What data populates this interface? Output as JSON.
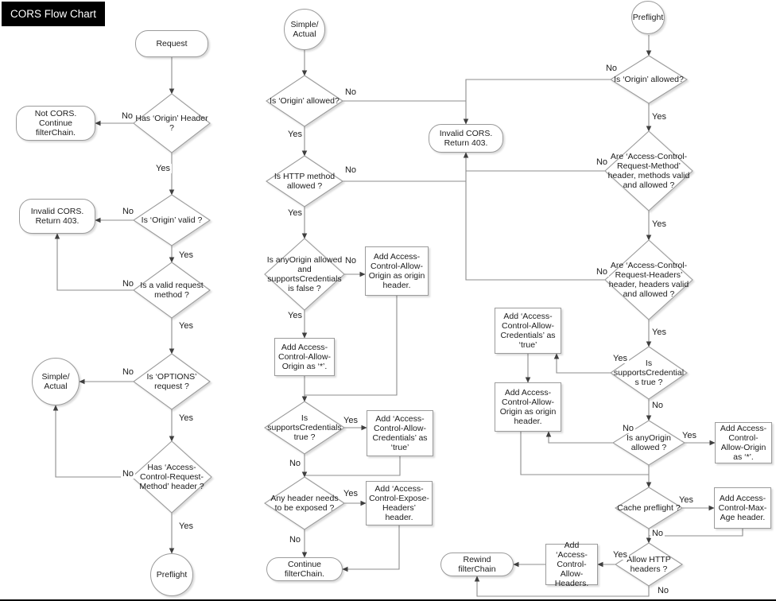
{
  "title": "CORS Flow Chart",
  "labels": {
    "yes": "Yes",
    "no": "No"
  },
  "colors": {
    "title_bg": "#000000",
    "title_fg": "#ffffff",
    "node_fill": "#ffffff",
    "node_stroke": "#9b9b9b",
    "connector": "#8c8c8c",
    "text": "#1c1c1c"
  },
  "nodes": {
    "request": "Request",
    "has_origin": "Has ‘Origin’ Header ?",
    "not_cors": "Not CORS. Continue filterChain.",
    "origin_valid": "Is ‘Origin’ valid ?",
    "invalid_cors_left": "Invalid CORS. Return 403.",
    "valid_method": "Is a valid request method ?",
    "options_request": "Is ‘OPTIONS’ request ?",
    "simple_actual_left": "Simple/ Actual",
    "has_acrm": "Has ‘Access-Control-Request-Method’ header ?",
    "preflight_left": "Preflight",
    "simple_actual_mid": "Simple/ Actual",
    "origin_allowed_mid": "Is ‘Origin’ allowed?",
    "invalid_cors_mid": "Invalid CORS. Return 403.",
    "http_method_allowed": "Is HTTP method allowed ?",
    "anyorigin_supports": "Is anyOrigin allowed and supportsCredentials is false ?",
    "add_acao_origin_mid": "Add Access-Control-Allow-Origin as origin header.",
    "add_acao_star_mid": "Add Access-Control-Allow-Origin as ‘*’.",
    "supports_cred_mid": "Is supportsCredentials true ?",
    "add_acac_mid": "Add ‘Access-Control-Allow-Credentials’ as ‘true’",
    "any_header_exposed": "Any header needs to be exposed ?",
    "add_expose_headers": "Add ‘Access-Control-Expose-Headers’ header.",
    "continue_filterchain": "Continue filterChain.",
    "preflight_right": "Preflight",
    "origin_allowed_right": "Is ‘Origin’ allowed?",
    "acrm_valid": "Are ‘Access-Control-Request-Method’ header, methods  valid and allowed ?",
    "acrh_valid": "Are ‘Access-Control-Request-Headers’ header, headers valid and allowed ?",
    "supports_cred_right": "Is supportsCredentials true ?",
    "add_acac_right": "Add ‘Access-Control-Allow-Credentials’ as ‘true’",
    "add_acao_origin_right": "Add Access-Control-Allow-Origin as origin header.",
    "anyorigin_right": "Is anyOrigin allowed ?",
    "add_acao_star_right": "Add Access-Control-Allow-Origin as ‘*’.",
    "cache_preflight": "Cache preflight ?",
    "add_max_age": "Add Access-Control-Max-Age header.",
    "allow_http_headers": "Allow HTTP headers ?",
    "add_allow_headers": "Add ‘Access-Control-Allow-Headers.",
    "rewind_filterchain": "Rewind filterChain"
  }
}
